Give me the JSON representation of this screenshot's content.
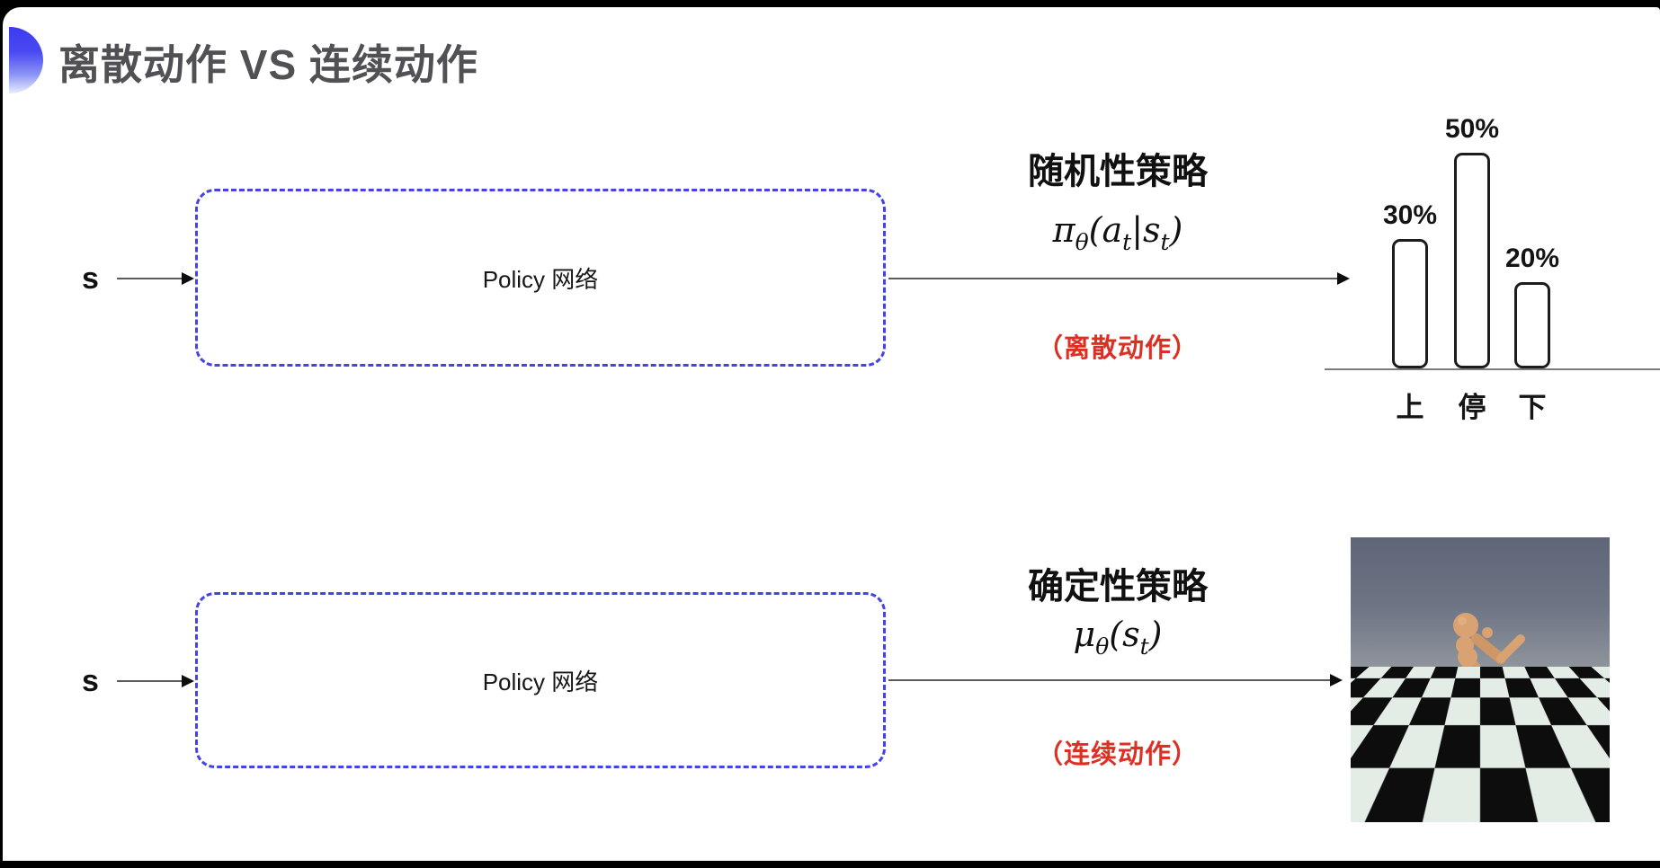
{
  "title": "离散动作 VS 连续动作",
  "rows": {
    "top": {
      "input": "s",
      "box_label": "Policy 网络",
      "policy_name": "随机性策略",
      "formula": {
        "head": "π",
        "sub1": "θ",
        "m1": "(a",
        "sub2": "t",
        "m2": "|s",
        "sub3": "t",
        "tail": ")"
      },
      "action_type": "（离散动作）"
    },
    "bottom": {
      "input": "s",
      "box_label": "Policy 网络",
      "policy_name": "确定性策略",
      "formula": {
        "head": "μ",
        "sub1": "θ",
        "m1": "(s",
        "sub2": "t",
        "tail": ")"
      },
      "action_type": "（连续动作）"
    }
  },
  "chart_data": {
    "type": "bar",
    "categories": [
      "上",
      "停",
      "下"
    ],
    "values": [
      30,
      50,
      20
    ],
    "value_labels": [
      "30%",
      "50%",
      "20%"
    ],
    "title": "",
    "xlabel": "",
    "ylabel": "",
    "ylim": [
      0,
      55
    ],
    "grid": false,
    "legend": false,
    "bar_fill": "#ffffff",
    "bar_stroke": "#1c1c1c",
    "axis_color": "#7c7c7c"
  },
  "robot_image": {
    "alt": "MuJoCo humanoid walking on a black-and-white checkered floor"
  },
  "colors": {
    "box_border": "#4343e6",
    "accent_red": "#dd2f23",
    "title_gray": "#515155",
    "arrow": "#5a5a5a"
  }
}
